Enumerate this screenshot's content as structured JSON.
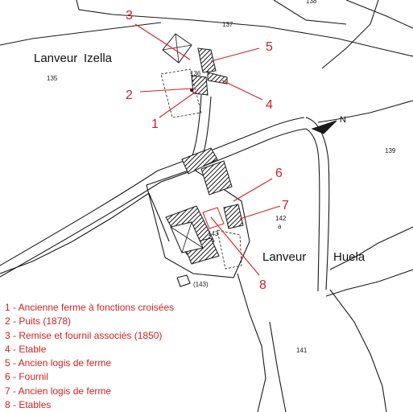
{
  "map": {
    "place_names": {
      "lanveur_izella_1": "Lanveur",
      "lanveur_izella_2": "Izella",
      "lanveur_huela_1": "Lanveur",
      "lanveur_huela_2": "Huela"
    },
    "parcel_numbers": {
      "p135": "135",
      "p136": "136",
      "p137": "137",
      "p138": "138",
      "p139": "139",
      "p141": "141",
      "p142": "142",
      "p142a": "a",
      "p143": "143",
      "p143b": "(143)"
    },
    "callout_numbers": {
      "n1": "1",
      "n2": "2",
      "n3": "3",
      "n4": "4",
      "n5": "5",
      "n6": "6",
      "n7": "7",
      "n8": "8"
    },
    "north_label": "N",
    "colors": {
      "annotation": "#d42020",
      "line": "#1a1a1a",
      "background": "#ffffff"
    }
  },
  "legend": {
    "items": [
      "1 - Ancienne ferme à fonctions croisées",
      "2 - Puits (1878)",
      "3 - Remise et fournil associés (1850)",
      "4 - Etable",
      "5 - Ancien logis de ferme",
      "6 - Fournil",
      "7 - Ancien logis de ferme",
      "8 - Etables"
    ]
  }
}
